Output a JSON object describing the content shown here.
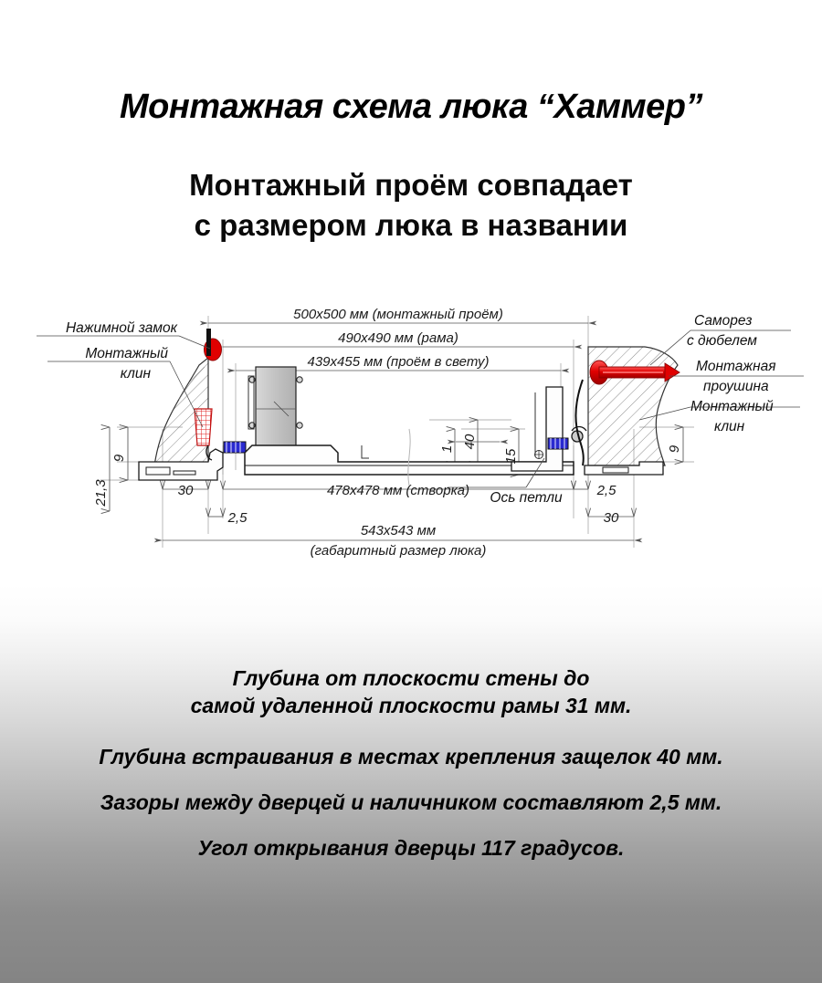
{
  "header": {
    "title": "Монтажная схема люка “Хаммер”",
    "subtitle_line1": "Монтажный проём совпадает",
    "subtitle_line2": "с размером люка в названии"
  },
  "drawing": {
    "dimensions": {
      "mounting_opening": "500x500 мм (монтажный проём)",
      "frame": "490x490 мм (рама)",
      "clear_opening": "439x455 мм (проём в свету)",
      "leaf": "478x478 мм (створка)",
      "overall": "543x543 мм",
      "overall_note": "(габаритный размер люка)",
      "left_30": "30",
      "left_25": "2,5",
      "right_25": "2,5",
      "right_30": "30",
      "left_9": "9",
      "right_9": "9",
      "left_213": "21,3",
      "v_1": "1",
      "v_40": "40",
      "v_15": "15"
    },
    "callouts": {
      "left_lock": "Нажимной замок",
      "left_wedge_line1": "Монтажный",
      "left_wedge_line2": "клин",
      "hinge_axis": "Ось петли",
      "right_screw_line1": "Саморез",
      "right_screw_line2": "с дюбелем",
      "right_lug_line1": "Монтажная",
      "right_lug_line2": "проушина",
      "right_wedge_line1": "Монтажный",
      "right_wedge_line2": "клин"
    },
    "colors": {
      "accent_red": "#e00000",
      "seal_blue": "#2a2ad0",
      "metal_gray": "#c9c9c9",
      "line": "#1a1a1a"
    }
  },
  "notes": {
    "line1": "Глубина от плоскости стены до",
    "line2": "самой удаленной плоскости рамы 31 мм.",
    "line3": "Глубина встраивания в местах крепления защелок 40 мм.",
    "line4": "Зазоры между дверцей и наличником составляют 2,5 мм.",
    "line5": "Угол открывания дверцы 117 градусов."
  }
}
